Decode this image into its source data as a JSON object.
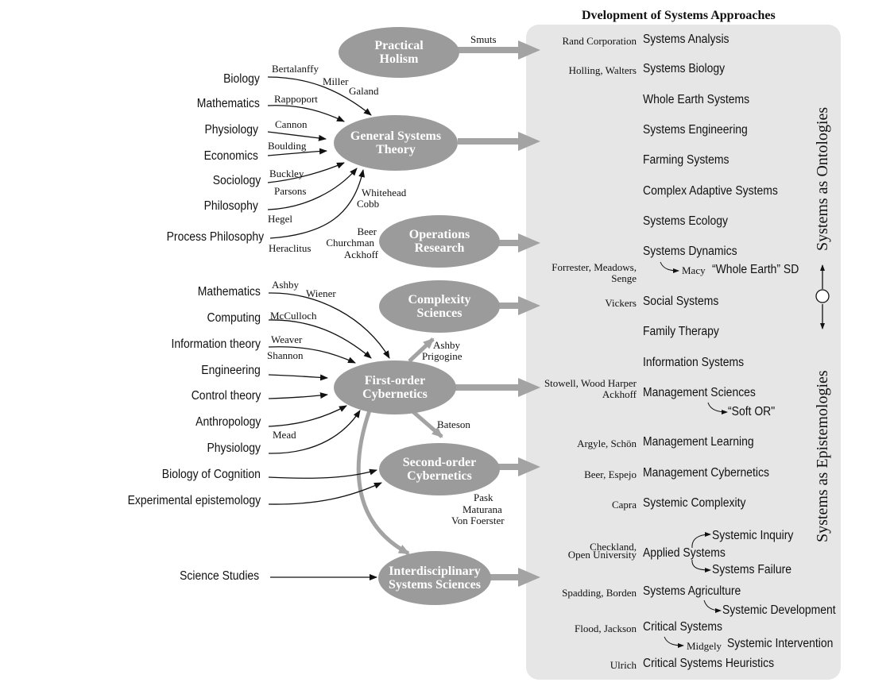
{
  "title": "Dvelopment of Systems Approaches",
  "nodes": {
    "practical_holism": [
      "Practical",
      "Holism"
    ],
    "general_systems_theory": [
      "General Systems",
      "Theory"
    ],
    "operations_research": [
      "Operations",
      "Research"
    ],
    "complexity_sciences": [
      "Complexity",
      "Sciences"
    ],
    "first_order_cybernetics": [
      "First-order",
      "Cybernetics"
    ],
    "second_order_cybernetics": [
      "Second-order",
      "Cybernetics"
    ],
    "interdisciplinary": [
      "Interdisciplinary",
      "Systems Sciences"
    ]
  },
  "gst_sources": [
    "Biology",
    "Mathematics",
    "Physiology",
    "Economics",
    "Sociology",
    "Philosophy",
    "Process Philosophy"
  ],
  "gst_people": {
    "bertalanffy": "Bertalanffy",
    "miller": "Miller",
    "galand": "Galand",
    "rappoport": "Rappoport",
    "cannon": "Cannon",
    "boulding": "Boulding",
    "buckley": "Buckley",
    "parsons": "Parsons",
    "hegel": "Hegel",
    "whitehead": "Whitehead",
    "cobb": "Cobb",
    "heraclitus": "Heraclitus"
  },
  "smuts": "Smuts",
  "or_people": [
    "Beer",
    "Churchman",
    "Ackhoff"
  ],
  "cyb_sources": [
    "Mathematics",
    "Computing",
    "Information theory",
    "Engineering",
    "Control theory",
    "Anthropology",
    "Physiology"
  ],
  "cyb_people": {
    "ashby": "Ashby",
    "wiener": "Wiener",
    "mcculloch": "McCulloch",
    "weaver": "Weaver",
    "shannon": "Shannon",
    "mead": "Mead"
  },
  "complexity_people": [
    "Ashby",
    "Prigogine"
  ],
  "bateson": "Bateson",
  "second_sources": [
    "Biology of Cognition",
    "Experimental epistemology"
  ],
  "second_people": [
    "Pask",
    "Maturana",
    "Von Foerster"
  ],
  "science_studies": "Science Studies",
  "approaches": [
    {
      "author": "Rand Corporation",
      "name": "Systems Analysis"
    },
    {
      "author": "Holling, Walters",
      "name": "Systems Biology"
    },
    {
      "author": "",
      "name": "Whole Earth Systems"
    },
    {
      "author": "",
      "name": "Systems Engineering"
    },
    {
      "author": "",
      "name": "Farming Systems"
    },
    {
      "author": "",
      "name": "Complex Adaptive Systems"
    },
    {
      "author": "",
      "name": "Systems Ecology"
    },
    {
      "author": "",
      "name": "Systems Dynamics"
    },
    {
      "author": "Vickers",
      "name": "Social Systems"
    },
    {
      "author": "",
      "name": "Family Therapy"
    },
    {
      "author": "",
      "name": "Information Systems"
    },
    {
      "author": "Ackhoff",
      "name": "Management Sciences"
    },
    {
      "author": "Argyle, Schön",
      "name": "Management Learning"
    },
    {
      "author": "Beer, Espejo",
      "name": "Management Cybernetics"
    },
    {
      "author": "Capra",
      "name": "Systemic Complexity"
    },
    {
      "author": "Open University",
      "name": "Applied Systems"
    },
    {
      "author": "Spadding, Borden",
      "name": "Systems Agriculture"
    },
    {
      "author": "Flood, Jackson",
      "name": "Critical Systems"
    },
    {
      "author": "Ulrich",
      "name": "Critical Systems Heuristics"
    }
  ],
  "extra_authors": {
    "forrester": "Forrester, Meadows,",
    "senge": "Senge",
    "stowell": "Stowell, Wood Harper",
    "checkland": "Checkland,"
  },
  "offshoots": {
    "macy": "Macy",
    "whole_earth_sd": "“Whole Earth” SD",
    "soft_or": "“Soft OR\"",
    "systemic_inquiry": "Systemic Inquiry",
    "systems_failure": "Systems Failure",
    "systemic_development": "Systemic Development",
    "midgely": "Midgely",
    "systemic_intervention": "Systemic Intervention"
  },
  "axis": {
    "ontologies": "Systems as Ontologies",
    "epistemologies": "Systems as Epistemologies"
  },
  "colors": {
    "node_fill": "#9b9b9b",
    "panel_bg": "#e6e6e6",
    "arrow_gray": "#a3a3a3",
    "ink": "#111111"
  }
}
